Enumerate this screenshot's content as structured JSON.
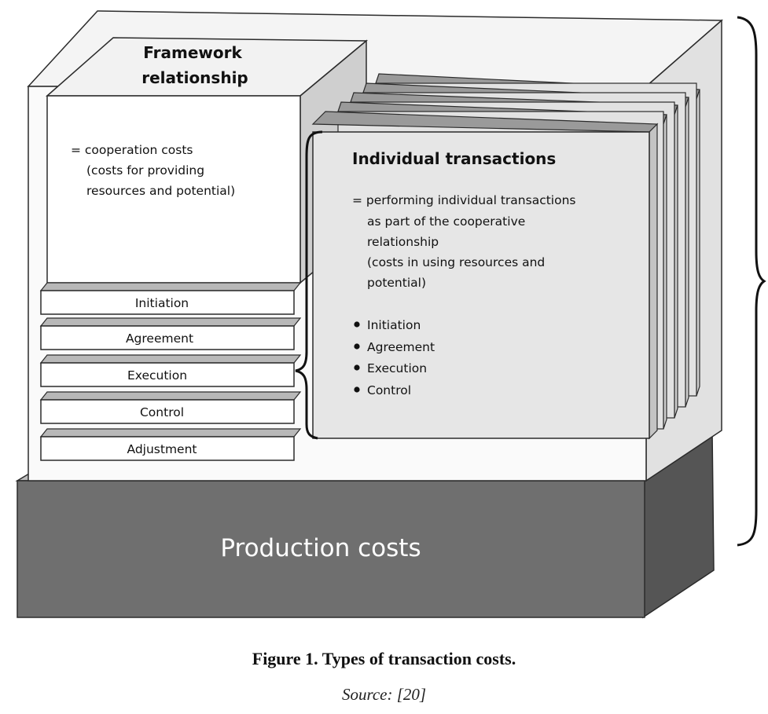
{
  "diagram": {
    "framework": {
      "title_line1": "Framework",
      "title_line2": "relationship",
      "desc_line1": "=  cooperation costs",
      "desc_line2": "(costs for providing",
      "desc_line3": "resources and potential)",
      "layers": [
        "Initiation",
        "Agreement",
        "Execution",
        "Control",
        "Adjustment"
      ]
    },
    "individual": {
      "title": "Individual transactions",
      "desc_line1": "=  performing individual transactions",
      "desc_line2": "as part of the cooperative",
      "desc_line3": "relationship",
      "desc_line4": "(costs in using resources and",
      "desc_line5": "potential)",
      "bullets": [
        "Initiation",
        "Agreement",
        "Execution",
        "Control"
      ]
    },
    "production": {
      "label": "Production costs"
    }
  },
  "caption": {
    "title": "Figure 1. Types of transaction costs.",
    "source": "Source: [20]"
  },
  "colors": {
    "production_front": "#6f6f6f",
    "production_top": "#bdbdbd",
    "production_side": "#555555",
    "shell_side": "#dcdcdc",
    "transaction_front": "#e6e6e6",
    "layer_top": "#b8b8b8",
    "outline": "#2b2b2b"
  }
}
